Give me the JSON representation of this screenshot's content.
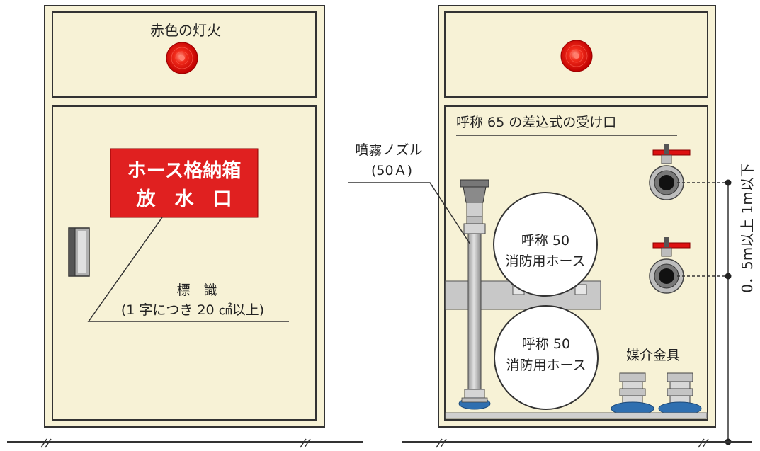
{
  "left_box": {
    "lamp_label": "赤色の灯火",
    "sign_line1": "ホース格納箱",
    "sign_line2": "放　水　口",
    "sign_caption_line1": "標　識",
    "sign_caption_line2": "(1 字につき 20 ㎠以上)"
  },
  "right_box": {
    "inlet_label": "呼称 65 の差込式の受け口",
    "nozzle_label_line1": "噴霧ノズル",
    "nozzle_label_line2": "(50Ａ)",
    "hose_top_line1": "呼称 50",
    "hose_top_line2": "消防用ホース",
    "hose_bottom_line1": "呼称 50",
    "hose_bottom_line2": "消防用ホース",
    "adapter_label": "媒介金具",
    "height_label": "0．5m以上 1m以下"
  },
  "colors": {
    "cabinet_fill": "#f7f2d6",
    "sign_red": "#e02020",
    "lamp_red": "#e81010",
    "valve_handle_red": "#dd1111",
    "coupling_blue": "#2f6fb0",
    "metal_gray": "#b8b8b8"
  }
}
